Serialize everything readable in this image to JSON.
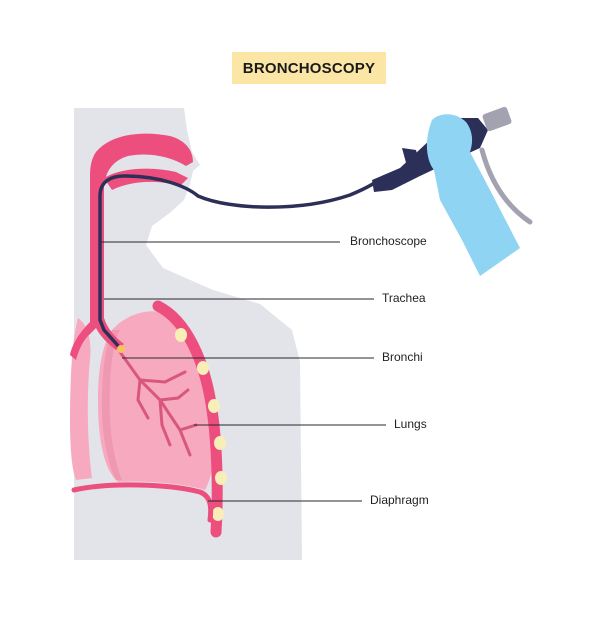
{
  "title": "BRONCHOSCOPY",
  "labels": {
    "bronchoscope": "Bronchoscope",
    "trachea": "Trachea",
    "bronchi": "Bronchi",
    "lungs": "Lungs",
    "diaphragm": "Diaphragm"
  },
  "colors": {
    "title_bg": "#fbe6a6",
    "body_silhouette": "#e3e3ea",
    "airway": "#ec4f7e",
    "lung": "#f7a9c0",
    "lung_dark": "#e2708f",
    "rib_dots": "#f8eeb7",
    "scope_tube": "#2c2f58",
    "glove": "#8fd4f2",
    "cable": "#a2a2b0",
    "callout_line": "#2a2a2a"
  },
  "icons": {
    "hand": "gloved-hand-icon",
    "scope_handle": "bronchoscope-handle-icon"
  }
}
